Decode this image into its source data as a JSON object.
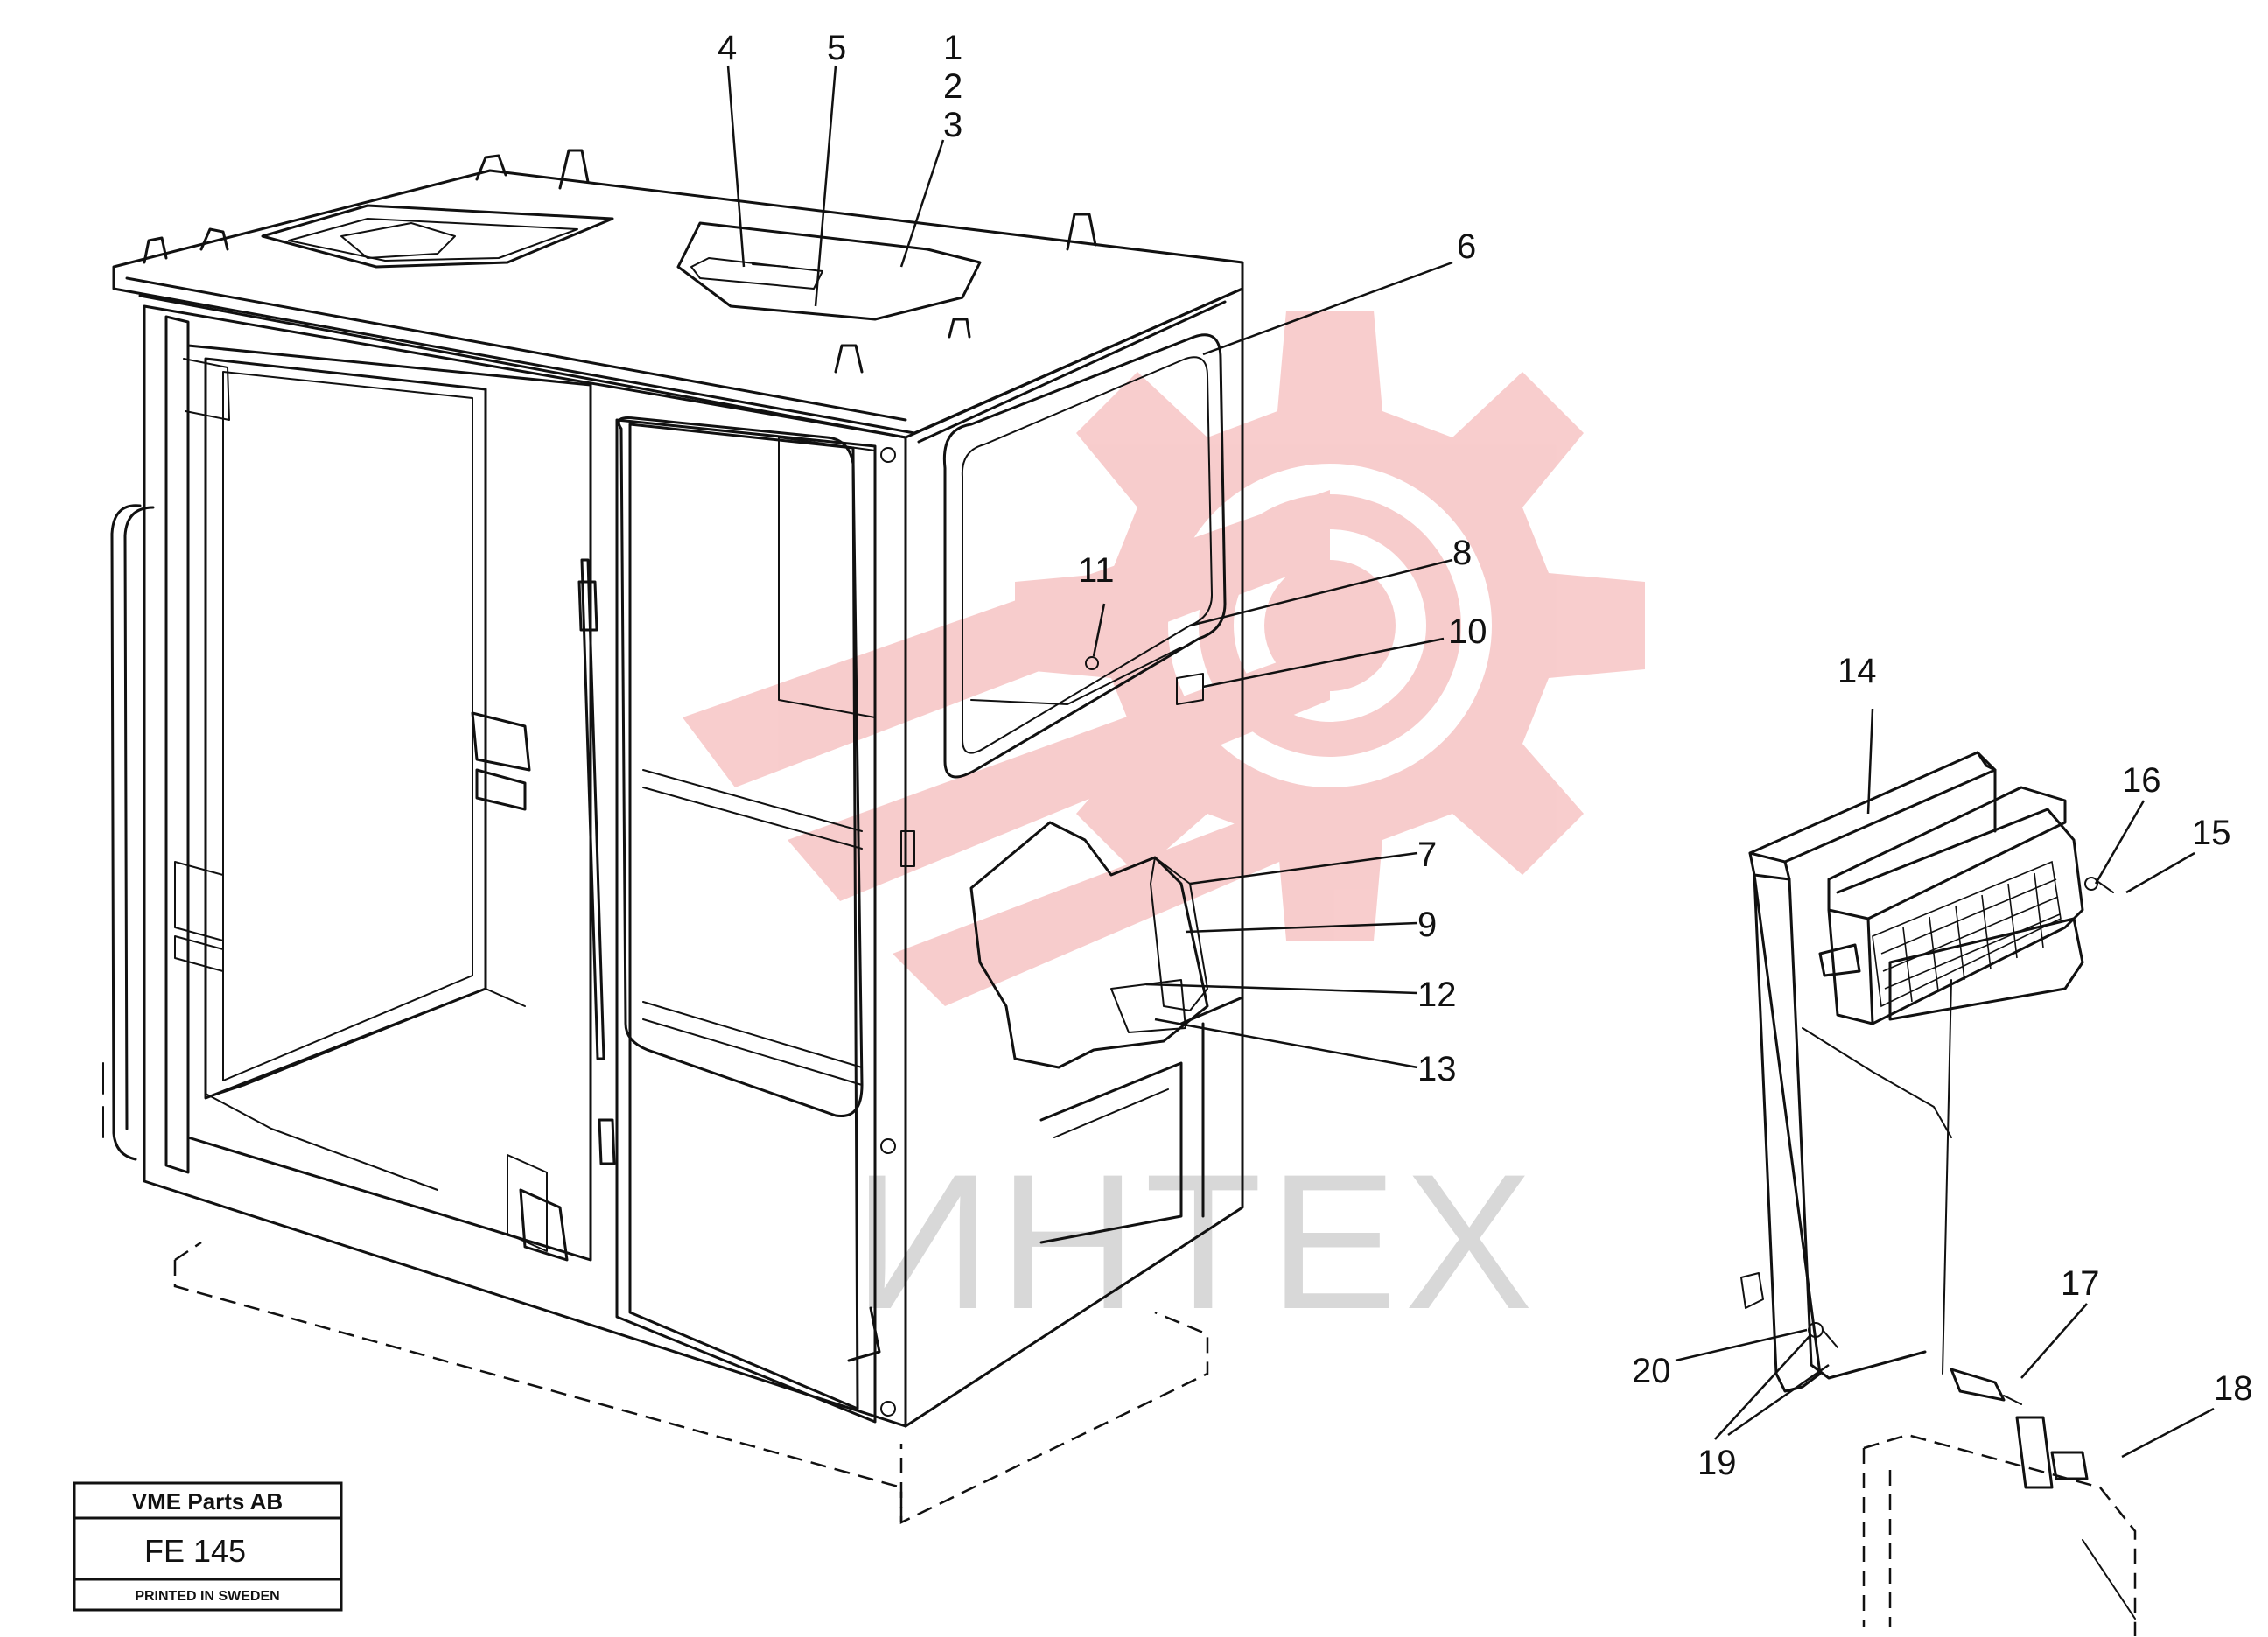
{
  "watermark": {
    "text": "ИНТЕХ",
    "color": "#f2a4a4",
    "text_color": "#d8d8d8"
  },
  "title_block": {
    "company": "VME Parts AB",
    "code": "FE 145",
    "footer": "PRINTED IN SWEDEN"
  },
  "callouts": [
    "1",
    "2",
    "3",
    "4",
    "5",
    "6",
    "7",
    "8",
    "9",
    "10",
    "11",
    "12",
    "13",
    "14",
    "15",
    "16",
    "17",
    "18",
    "19",
    "20"
  ]
}
